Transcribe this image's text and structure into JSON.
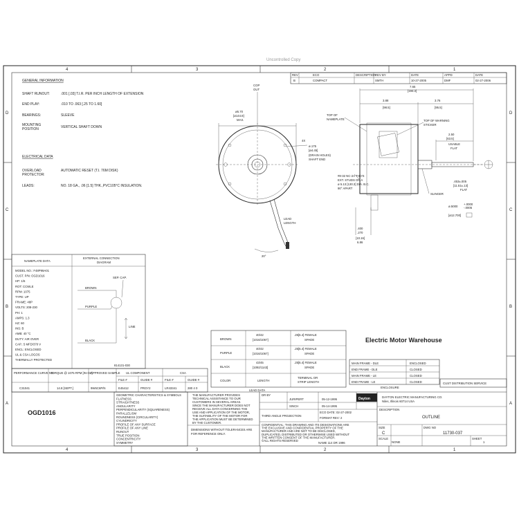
{
  "header_top": "Uncontrolled Copy",
  "grid": {
    "columns_top": [
      "4",
      "3",
      "2",
      "1"
    ],
    "columns_bottom": [
      "4",
      "3",
      "2",
      "1"
    ],
    "rows_left": [
      "D",
      "C",
      "B",
      "A"
    ],
    "rows_right": [
      "D",
      "C",
      "B",
      "A"
    ]
  },
  "revision": {
    "headers": [
      "REV",
      "ECO",
      "DESCRIPTION",
      "REV BY",
      "DATE",
      "APPD",
      "DATE"
    ],
    "row": [
      "B",
      "COMPACT",
      "",
      "SMTH",
      "10-27-2005",
      "DMF",
      "02-27-2006"
    ]
  },
  "general": {
    "title": "GENERAL INFORMATION",
    "rows": [
      {
        "label": "SHAFT RUNOUT:",
        "value": ".001 [.03] T.I.R. PER INCH LENGTH OF EXTENSION"
      },
      {
        "label": "END PLAY:",
        "value": ".010 TO .063 [.25 TO 1.60]"
      },
      {
        "label": "BEARINGS:",
        "value": "SLEEVE"
      },
      {
        "label": "MOUNTING",
        "label2": "POSITION",
        "value": "VERTICAL SHAFT DOWN"
      }
    ]
  },
  "electrical": {
    "title": "ELECTRICAL DATA",
    "rows": [
      {
        "label": "OVERLOAD",
        "label2": "PROTECTOR:",
        "value": "AUTOMATIC RESET (T.I. 76M DISK)"
      },
      {
        "label": "LEADS:",
        "value": "NO. 18 GA., .06 [1.5] THK.,PVC105°C INSULATION."
      }
    ]
  },
  "nameplate": {
    "title": "NAMEPLATE DATA",
    "lines": [
      "MODEL NO.: F48P99A01",
      "CUST. P/N: OGD1016",
      "HP: 1/6",
      "ROT: CCWLE",
      "RPM: 1075",
      "TYPE: UP",
      "FRAME: 48P",
      "VOLTS: 208-230",
      "PH: 1",
      "AMPS: 1.3",
      "HZ: 60",
      "INS: B",
      "AMB: 40 °C",
      "DUTY: AIR OVER",
      "CAP.: 5 MFD/370 V",
      "ENCL: ENCLOSED",
      "UL & CSA LOGOS",
      "THERMALLY PROTECTED"
    ]
  },
  "connection": {
    "title": "EXTERNAL CONNECTION",
    "title2": "DIAGRAM",
    "labels": {
      "brown": "BROWN",
      "purple": "PURPLE",
      "black": "BLACK",
      "cap": "SEP. CAP.",
      "line": "LINE"
    },
    "ref": "814131-030"
  },
  "performance": {
    "headers": [
      "PERFORMANCE CURVE NO.",
      "TORQUE @ 1075 RPM [IN-OZ]",
      "APPROVED SAMPLE"
    ],
    "values": [
      "C31041",
      "14.8 [SEPT.]",
      "9W6C6P/N"
    ],
    "ul_title": "UL COMPONENT",
    "csa_title": "CSA",
    "sub": [
      "FILE #",
      "GUIDE #",
      "FILE #",
      "GUIDE #"
    ],
    "sub_values": [
      "E45412",
      "PRGY2",
      "LR43341",
      "280 4 0"
    ]
  },
  "leads_table": {
    "rows": [
      {
        "color": "BROWN",
        "length": "40/42",
        "length2": "[1016/1067]",
        "term": ".25[6.4] FEMALE",
        "term2": "SPADE"
      },
      {
        "color": "PURPLE",
        "length": "40/42",
        "length2": "[1016/1067]",
        "term": ".25[6.4] FEMALE",
        "term2": "SPADE"
      },
      {
        "color": "BLACK",
        "length": "43/45",
        "length2": "[1092/1143]",
        "term": ".25[6.4] FEMALE",
        "term2": "SPADE"
      }
    ],
    "footer": [
      "COLOR",
      "LENGTH",
      "TERMINAL OR",
      "STRIP LENGTH"
    ],
    "caption": "LEAD DATA"
  },
  "brand_label": "Electric Motor Warehouse",
  "enclosure": {
    "rows": [
      {
        "k": "MAIN FRAME - DLE",
        "v": "ENCLOSED"
      },
      {
        "k": "END FRAME - DLE",
        "v": "CLOSED"
      },
      {
        "k": "MAIN FRAME - LE",
        "v": "CLOSED"
      },
      {
        "k": "END FRAME - LE",
        "v": "CLOSED"
      }
    ],
    "caption": "ENCLOSURE"
  },
  "cust_box": "CUST DISTRIBUTION SERVICE",
  "part_number": "OGD1016",
  "geometry_legend": [
    "GEOMETRIC CHARACTERISTICS & SYMBOLS",
    "FLATNESS",
    "STRAIGHTNESS",
    "ANGULARITY",
    "PERPENDICULARITY (SQUARENESS)",
    "PARALLELISM",
    "ROUNDNESS (CIRCULARITY)",
    "CYLINDRICITY",
    "PROFILE OF ANY SURFACE",
    "PROFILE OF ANY LINE",
    "RUNOUT",
    "TRUE POSITION",
    "CONCENTRICITY",
    "SYMMETRY"
  ],
  "notice": [
    "THE MANUFACTURER PROVIDES",
    "TECHNICAL ASSISTANCE TO OUR",
    "CUSTOMERS IN SEVERAL AREAS.",
    "SINCE THE MANUFACTURER DOES NOT",
    "RECEIVE ALL DATA CONCERNING THE",
    "USE AND APPLICATION OF THE MOTOR,",
    "THE SUITABILITY OF THE MOTOR FOR",
    "THE APPLICATION MUST BE DETERMINED",
    "BY THE CUSTOMER."
  ],
  "tolerance_note": [
    "DIMENSIONS WITHOUT TOLERANCES ARE",
    "FOR REFERENCE ONLY."
  ],
  "title_block": {
    "drawn_label": "DR BY",
    "drawn": "JURIPERT",
    "drawn_date": "05-12-1995",
    "checked": "SINCH",
    "checked_date": "05-14-1995",
    "eco_date": "ECO DATE: 02-27-2002",
    "format": "FORMAT REV: 2",
    "projection": "THIRD ANGLE PROJECTION",
    "confidential": [
      "CONFIDENTIAL: THIS DRAWING AND ITS DESIGNATIONS ARE",
      "THE EXCLUSIVE AND CONFIDENTIAL PROPERTY OF THE",
      "MANUFACTURER AND ARE NOT TO BE DISCLOSED,",
      "DUPLICATED, DISTRIBUTED OR OTHERWISE USED WITHOUT",
      "THE WRITTEN CONSENT OF THE MANUFACTURER.",
      "©ALL RIGHTS RESERVED"
    ],
    "name_line": "NAME 114 DR 1996",
    "logo": "Dayton",
    "company": "DAYTON ELECTRIC MANUFACTURING CO.",
    "company2": "Niles, Illinois 60714 USA",
    "description_label": "DESCRIPTION",
    "description": "OUTLINE",
    "size_label": "SIZE",
    "size": "C",
    "dwg_label": "DWG NO",
    "dwg": "11730-037",
    "scale_label": "SCALE",
    "scale": "NONE",
    "sheet_label": "SHEET",
    "sheet": "1"
  },
  "dims": {
    "cop": "COP",
    "out": "OUT",
    "dia": "ø5.70",
    "dia_mm": "[ø144.8]",
    "max": "MAX.",
    "hole": "4X",
    "hole_d": "ø.175",
    "hole_mm": "[ø4.45]",
    "drain": "(DRAIN HOLES)",
    "drain2": "SHAFT END",
    "lead": "LEAD",
    "lead2": "LENGTH",
    "angle": "20°",
    "studs": [
      "#8-32 NC-2A THD'S",
      "EXT. STUDS ON A",
      "ø 5.13 [130.3] DIA. B.C.",
      "90° APART"
    ],
    "d790": "7.65",
    "d790mm": "[194.3]",
    "d388": "3.88",
    "d388mm": "[98.5]",
    "d376": "3.76",
    "d376mm": "[95.5]",
    "top_np": "TOP OF",
    "top_np2": "NAMEPLATE",
    "top_ws": "TOP OF WARNING",
    "top_ws2": "STICKER",
    "d250": "2.50",
    "d250mm": "[63.5]",
    "usable": "USABLE",
    "flat": "FLAT",
    "slinger": "SLINGER",
    "d453": ".453±.005",
    "d453mm": "[11.51±.13]",
    "flat2": "FLAT",
    "shaft": "ø.5000",
    "tol1": "+.0000",
    "tol2": "-.0005",
    "shaft_mm": "[ø12.700]",
    "d400": ".400",
    "d270": ".270",
    "d250b": "[10.16]",
    "d686": "6.86"
  }
}
